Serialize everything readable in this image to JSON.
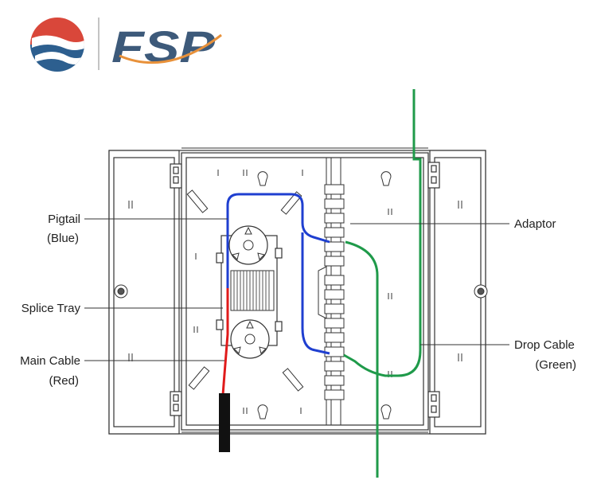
{
  "logo": {
    "text": "FSP"
  },
  "labels": {
    "pigtail_line1": "Pigtail",
    "pigtail_line2": "(Blue)",
    "splice_tray": "Splice Tray",
    "main_cable_line1": "Main Cable",
    "main_cable_line2": "(Red)",
    "adaptor": "Adaptor",
    "drop_cable_line1": "Drop Cable",
    "drop_cable_line2": "(Green)"
  },
  "colors": {
    "pigtail": "#1f3fd0",
    "main_cable": "#e01b1b",
    "drop_cable": "#1f9a4a",
    "logo_red": "#d9473a",
    "logo_blue": "#2d5f8f",
    "logo_orange": "#e8913a"
  }
}
